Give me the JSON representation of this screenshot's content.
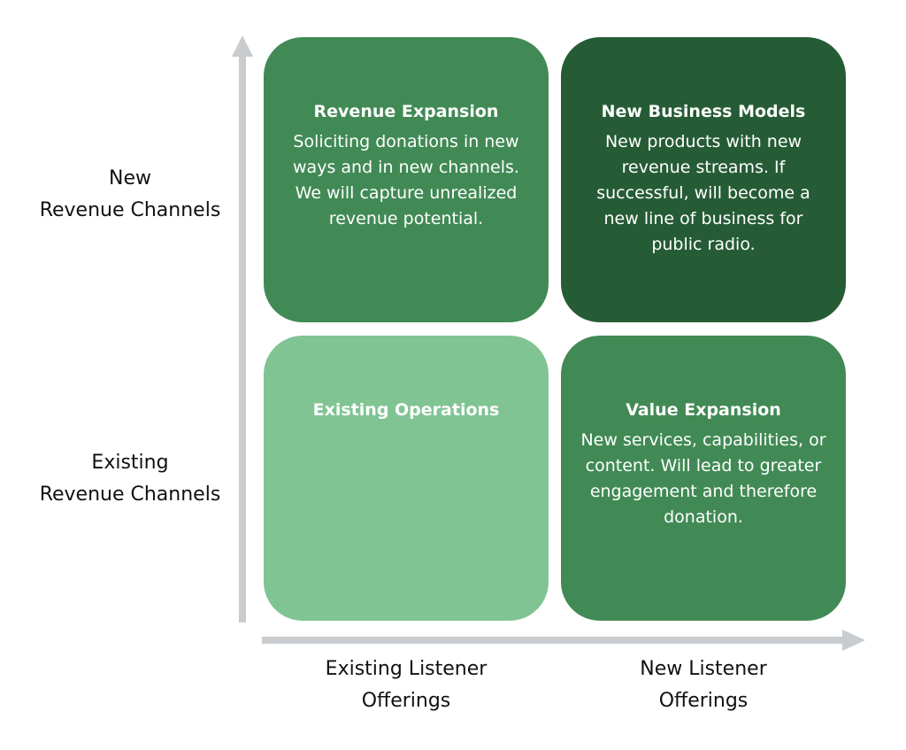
{
  "colors": {
    "axis": "#c9cccf",
    "quadrant_medium": "#418a55",
    "quadrant_dark": "#265c35",
    "quadrant_light": "#80c493",
    "text": "#111111"
  },
  "quadrants": {
    "top_left": {
      "title": "Revenue Expansion",
      "description": "Soliciting donations in new ways and in new channels. We will capture unrealized revenue potential."
    },
    "top_right": {
      "title": "New Business Models",
      "description": "New products with new revenue streams. If successful, will become a new line of business for public radio."
    },
    "bottom_left": {
      "title": "Existing Operations",
      "description": ""
    },
    "bottom_right": {
      "title": "Value Expansion",
      "description": "New services, capabilities, or content. Will lead to greater engagement and therefore donation."
    }
  },
  "y_axis": {
    "top_label": [
      "New",
      "Revenue Channels"
    ],
    "bottom_label": [
      "Existing",
      "Revenue Channels"
    ]
  },
  "x_axis": {
    "left_label": [
      "Existing Listener",
      "Offerings"
    ],
    "right_label": [
      "New Listener",
      "Offerings"
    ]
  }
}
